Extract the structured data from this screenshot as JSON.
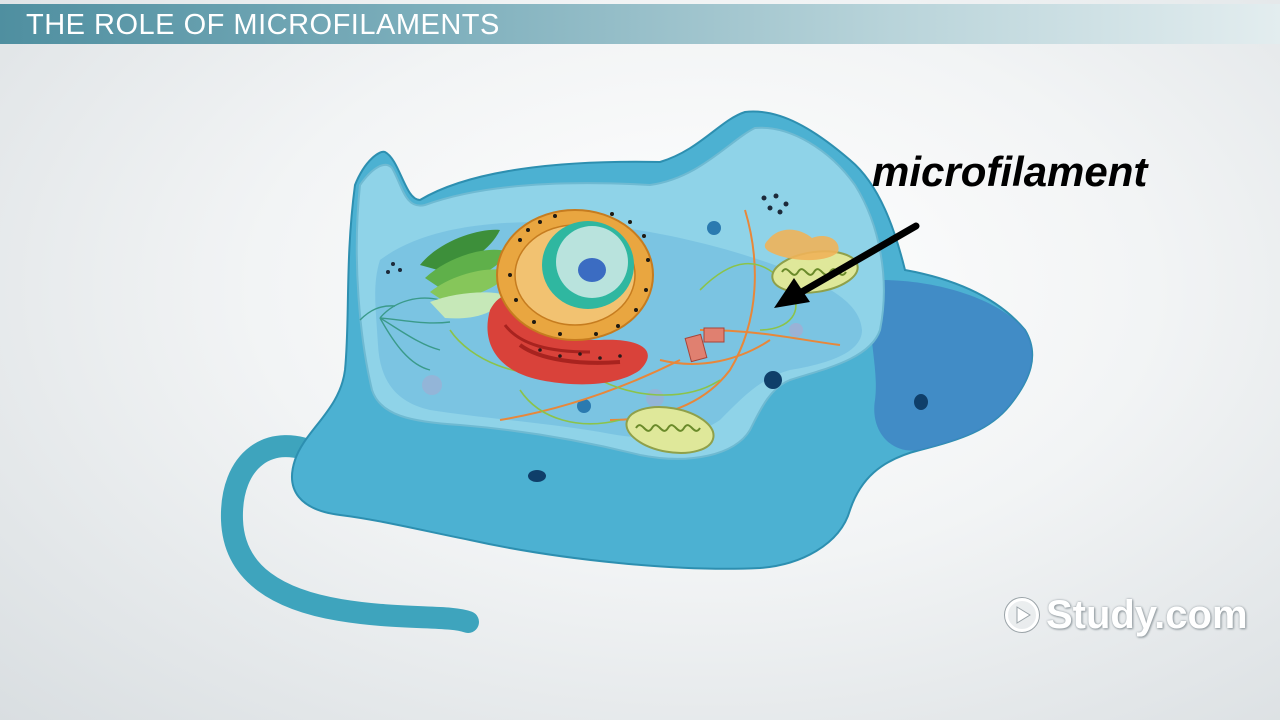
{
  "slide": {
    "title": "THE ROLE OF MICROFILAMENTS"
  },
  "diagram": {
    "label": "microfilament",
    "label_color": "#000000",
    "arrow_color": "#000000",
    "membrane_color": "#4cb1d2",
    "cytoplasm_color": "#8fd3e8",
    "nucleus_envelope_color": "#e9a640",
    "nucleoplasm_color": "#2fb7a0",
    "golgi_color": "#5fb04a",
    "er_color": "#d9423a",
    "mitochondria_color": "#dfe89a"
  },
  "watermark": {
    "text": "Study.com",
    "icon": "play-circle-icon"
  }
}
